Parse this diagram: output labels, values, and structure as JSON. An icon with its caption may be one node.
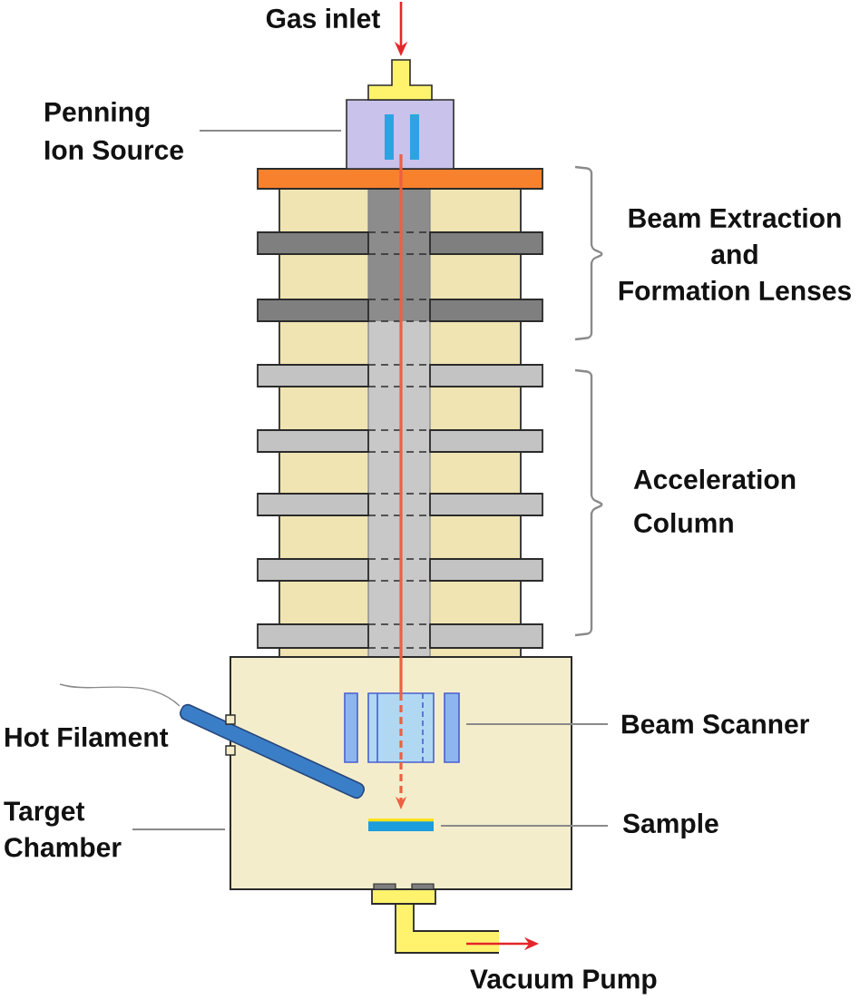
{
  "diagram": {
    "nodes": [
      {
        "text": [
          "Penning Ion Source"
        ]
      },
      {
        "text": [],
        "shape": "box"
      },
      {
        "text": [],
        "shape": "box"
      },
      {
        "text": [],
        "shape": "box",
        "in": 2
      },
      {
        "text": [],
        "shape": "bar",
        "in": 2
      },
      {
        "text": [
          "Beam Scanner"
        ]
      },
      {
        "text": [
          "Sample"
        ]
      },
      {
        "text": [
          "Target Chamber"
        ]
      }
    ],
    "edges": [
      {
        "from": 0,
        "to": 1,
        "arrow": "none"
      },
      {
        "from": 5,
        "to": 3,
        "arrow": "none"
      },
      {
        "from": 6,
        "to": 4,
        "arrow": "none"
      },
      {
        "from": 7,
        "to": 2,
        "arrow": "none"
      },
      {
        "from": 1,
        "to": 3,
        "arrow": "none",
        "color": "#ec6142"
      },
      {
        "from": 3,
        "to": 4,
        "arrow": "to",
        "style": "dashed",
        "color": "#ec6142"
      }
    ],
    "labels": [
      "Gas inlet",
      "Beam Extraction and Formation Lenses",
      "Acceleration Column",
      "Hot Filament",
      "Vacuum Pump"
    ]
  }
}
